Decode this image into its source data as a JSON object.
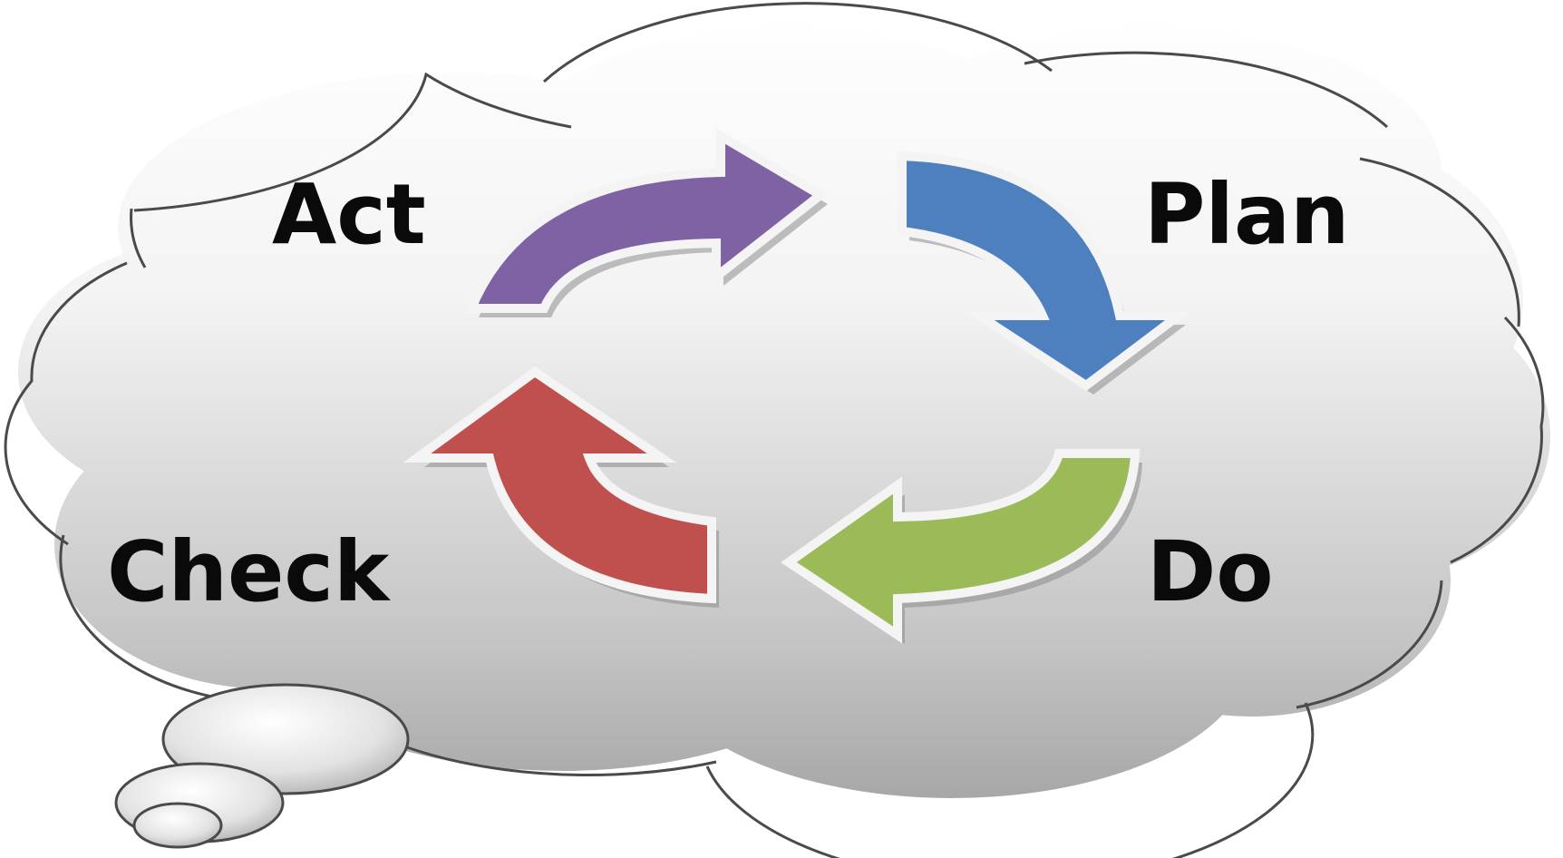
{
  "diagram": {
    "stages": {
      "act": "Act",
      "plan": "Plan",
      "do": "Do",
      "check": "Check"
    }
  },
  "colors": {
    "act_arrow": "#7f62a4",
    "plan_arrow": "#4e80bf",
    "do_arrow": "#9bbb59",
    "check_arrow": "#c0504d",
    "cloud_light": "#ffffff",
    "cloud_dark": "#9c9c9c",
    "label_text": "#0a0a0a"
  }
}
